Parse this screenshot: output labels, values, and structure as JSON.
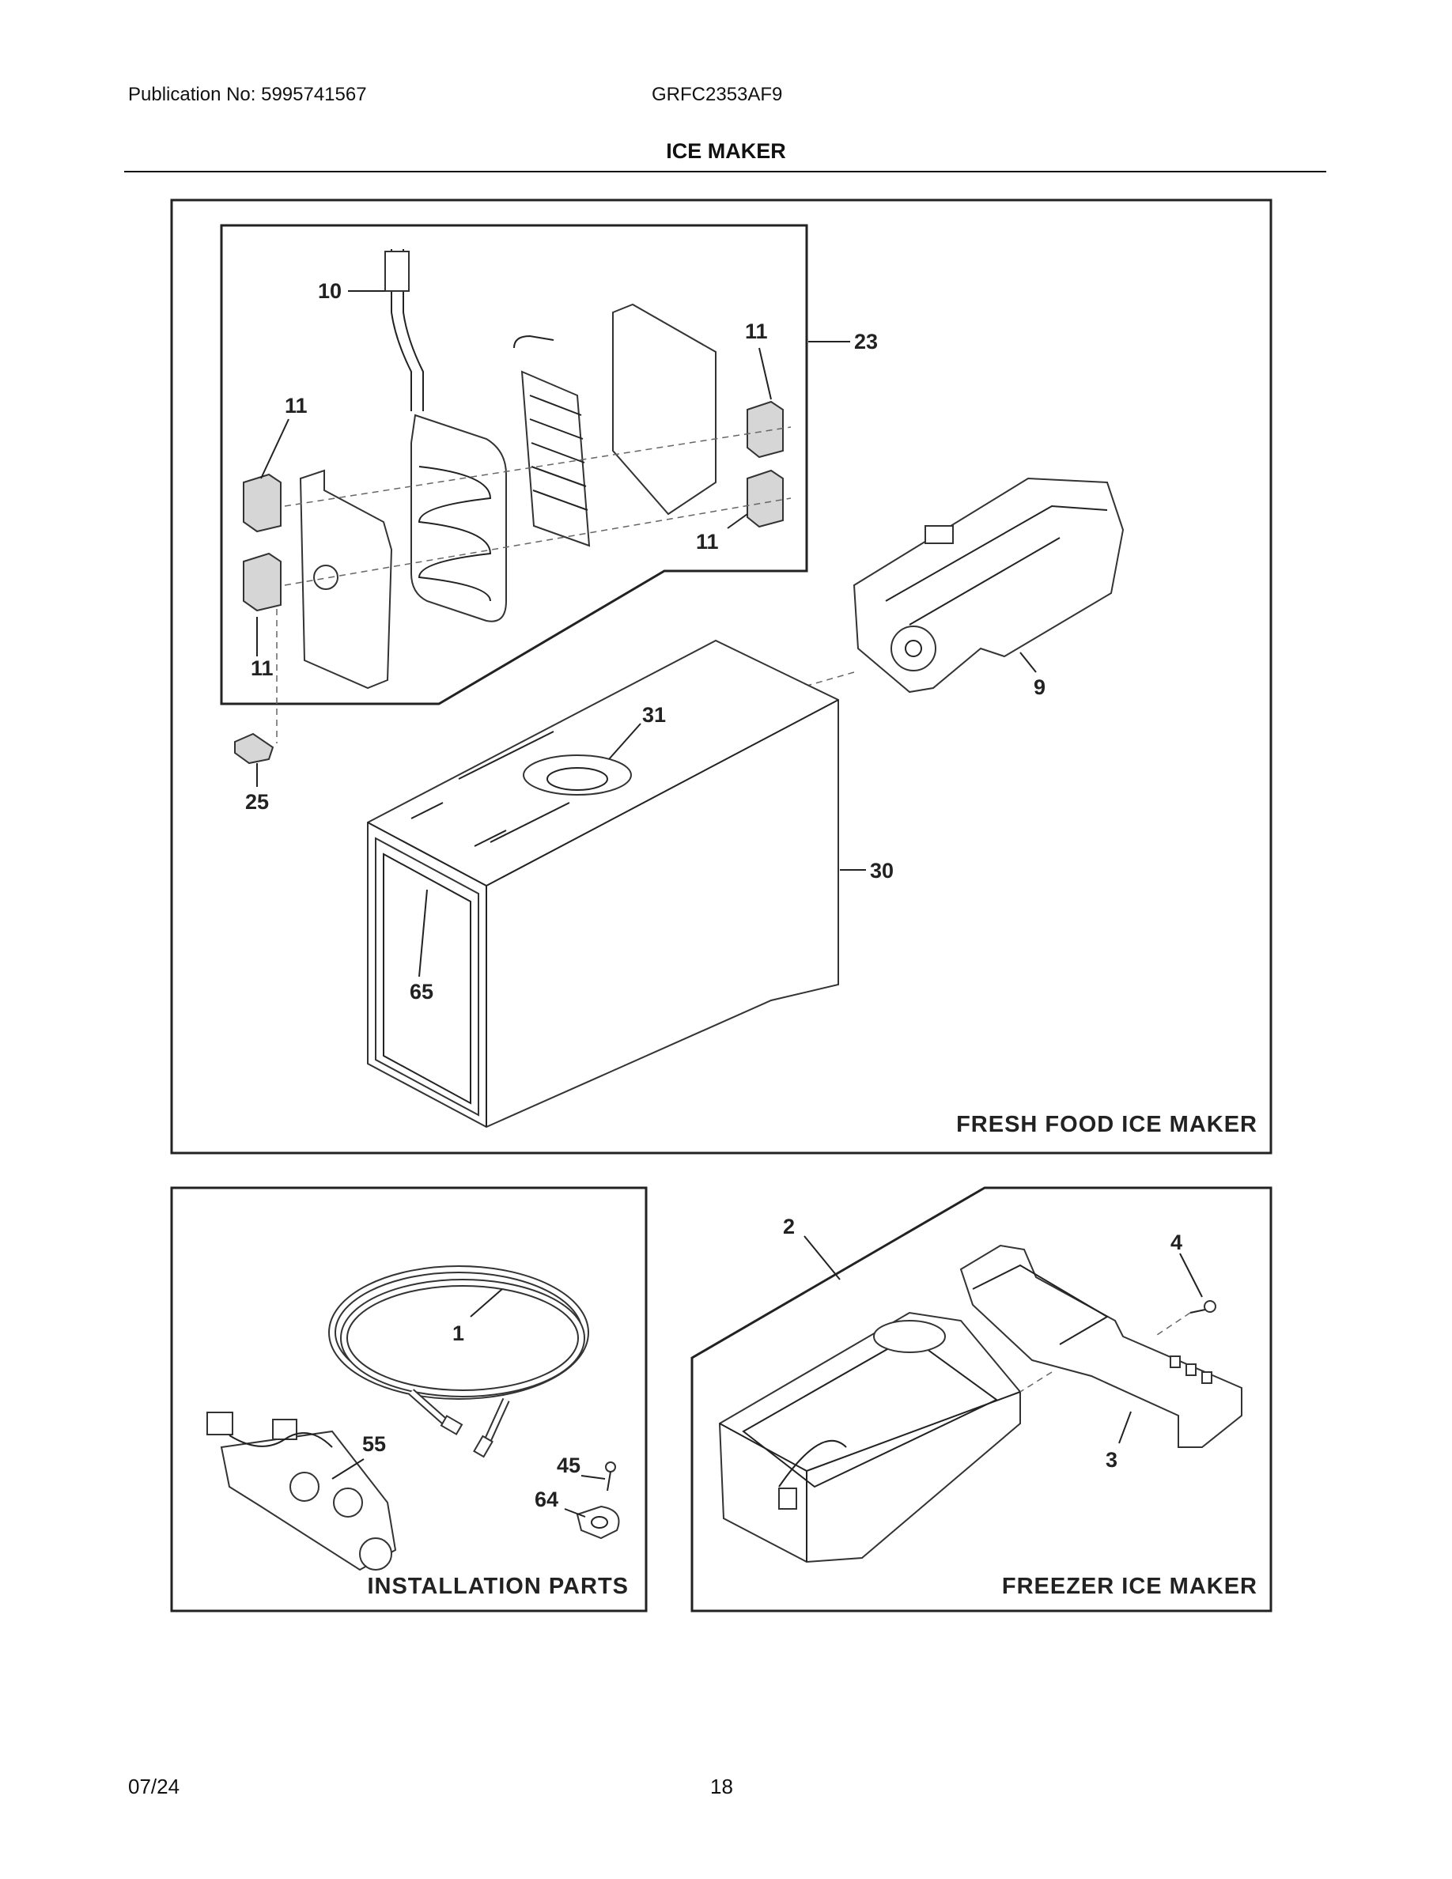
{
  "header": {
    "publication": "Publication No: 5995741567",
    "model": "GRFC2353AF9",
    "title": "ICE MAKER"
  },
  "panels": {
    "fresh_food": {
      "caption": "FRESH FOOD ICE MAKER",
      "callouts": [
        "10",
        "11",
        "11",
        "11",
        "11",
        "23",
        "9",
        "31",
        "25",
        "30",
        "65"
      ]
    },
    "installation": {
      "caption": "INSTALLATION PARTS",
      "callouts": [
        "1",
        "55",
        "45",
        "64"
      ]
    },
    "freezer": {
      "caption": "FREEZER ICE MAKER",
      "callouts": [
        "2",
        "4",
        "3"
      ]
    }
  },
  "footer": {
    "date": "07/24",
    "page": "18"
  }
}
